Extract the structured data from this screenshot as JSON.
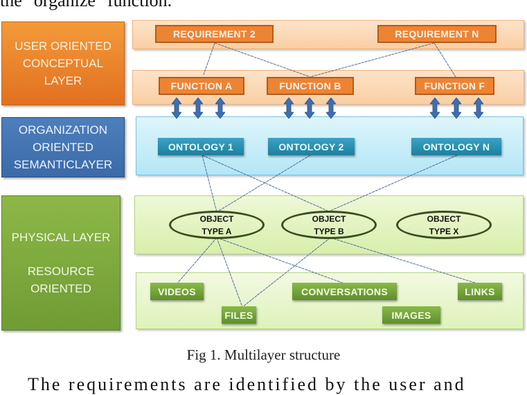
{
  "page": {
    "top_text_fragment": "the \"organize\" function.",
    "caption": "Fig 1. Multilayer structure",
    "bottom_text_fragment": "The  requirements are identified by the user and"
  },
  "layers": {
    "user": {
      "label_lines": [
        "USER ORIENTED",
        "CONCEPTUAL",
        "LAYER"
      ],
      "color": "#e97f2a"
    },
    "organization": {
      "label_lines": [
        "ORGANIZATION",
        "ORIENTED",
        "SEMANTICLAYER"
      ],
      "color": "#4472b0"
    },
    "physical": {
      "label_lines": [
        "PHYSICAL LAYER",
        "RESOURCE",
        "ORIENTED"
      ],
      "color": "#7ea93d"
    }
  },
  "requirements": [
    "REQUIREMENT 2",
    "REQUIREMENT N"
  ],
  "functions": [
    "FUNCTION A",
    "FUNCTION B",
    "FUNCTION F"
  ],
  "ontologies": [
    "ONTOLOGY 1",
    "ONTOLOGY 2",
    "ONTOLOGY N"
  ],
  "objects": [
    {
      "line1": "OBJECT",
      "line2": "TYPE A"
    },
    {
      "line1": "OBJECT",
      "line2": "TYPE B"
    },
    {
      "line1": "OBJECT",
      "line2": "TYPE X"
    }
  ],
  "resources": [
    "VIDEOS",
    "FILES",
    "CONVERSATIONS",
    "IMAGES",
    "LINKS"
  ],
  "connections": [
    {
      "from": "REQUIREMENT 2",
      "to": "FUNCTION A"
    },
    {
      "from": "REQUIREMENT 2",
      "to": "FUNCTION B"
    },
    {
      "from": "REQUIREMENT N",
      "to": "FUNCTION B"
    },
    {
      "from": "REQUIREMENT N",
      "to": "FUNCTION F"
    },
    {
      "from": "ONTOLOGY 1",
      "to": "OBJECT TYPE A"
    },
    {
      "from": "ONTOLOGY 1",
      "to": "OBJECT TYPE B"
    },
    {
      "from": "ONTOLOGY 2",
      "to": "OBJECT TYPE A"
    },
    {
      "from": "ONTOLOGY N",
      "to": "OBJECT TYPE B"
    },
    {
      "from": "OBJECT TYPE A",
      "to": "VIDEOS"
    },
    {
      "from": "OBJECT TYPE A",
      "to": "FILES"
    },
    {
      "from": "OBJECT TYPE A",
      "to": "CONVERSATIONS"
    },
    {
      "from": "OBJECT TYPE B",
      "to": "FILES"
    },
    {
      "from": "OBJECT TYPE B",
      "to": "LINKS"
    }
  ],
  "arrow_groups": [
    {
      "between": [
        "FUNCTION A",
        "ONTOLOGY 1"
      ],
      "count": 3,
      "type": "bidirectional"
    },
    {
      "between": [
        "FUNCTION B",
        "ONTOLOGY 2"
      ],
      "count": 3,
      "type": "bidirectional"
    },
    {
      "between": [
        "FUNCTION F",
        "ONTOLOGY N"
      ],
      "count": 3,
      "type": "bidirectional"
    }
  ]
}
